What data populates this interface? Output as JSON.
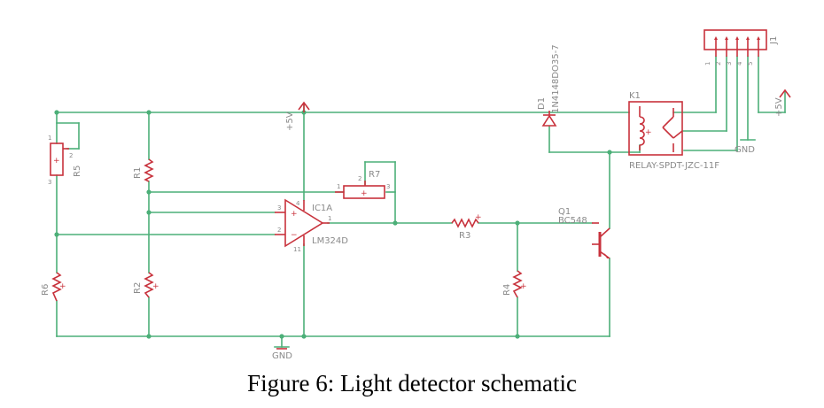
{
  "caption": "Figure 6: Light detector schematic",
  "colors": {
    "wire": "#4caf78",
    "component": "#c8323c",
    "label": "#8a8a8a"
  },
  "components": {
    "r1": "R1",
    "r2": "R2",
    "r3": "R3",
    "r4": "R4",
    "r5": "R5",
    "r6": "R6",
    "r7": "R7",
    "opamp": "IC1A",
    "opamp_part": "LM324D",
    "opamp_pin_plus": "3",
    "opamp_pin_minus": "2",
    "opamp_pin_out": "1",
    "opamp_pin_v4": "4",
    "opamp_pin_v11": "11",
    "diode": "D1",
    "diode_part": "1N4148DO35-7",
    "transistor": "Q1",
    "transistor_part": "BC548",
    "relay": "K1",
    "relay_part": "RELAY-SPDT-JZC-11F",
    "connector": "J1",
    "connector_pins": [
      "1",
      "2",
      "3",
      "4",
      "5"
    ],
    "supply_top": "+5V",
    "supply_right": "+5V",
    "ground_bottom": "GND",
    "ground_right": "GND"
  }
}
